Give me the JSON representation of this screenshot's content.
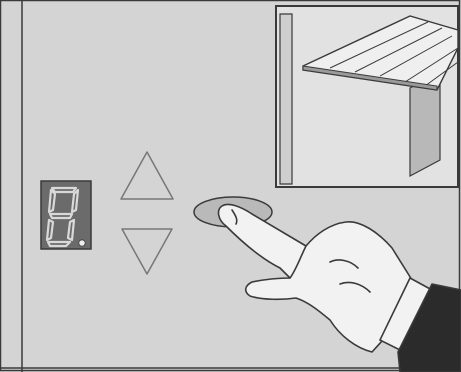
{
  "display": {
    "digit": "8",
    "decimal_point_lit": true
  },
  "buttons": {
    "up_icon": "triangle-up",
    "down_icon": "triangle-down",
    "press_target_icon": "oval-button"
  },
  "colors": {
    "panel_bg": "#d4d4d4",
    "line": "#3a3a3a",
    "display_bg": "#6b6b6b",
    "segment": "#cfcfcf",
    "inset_bg": "#e2e2e2",
    "sleeve": "#2b2b2b"
  }
}
